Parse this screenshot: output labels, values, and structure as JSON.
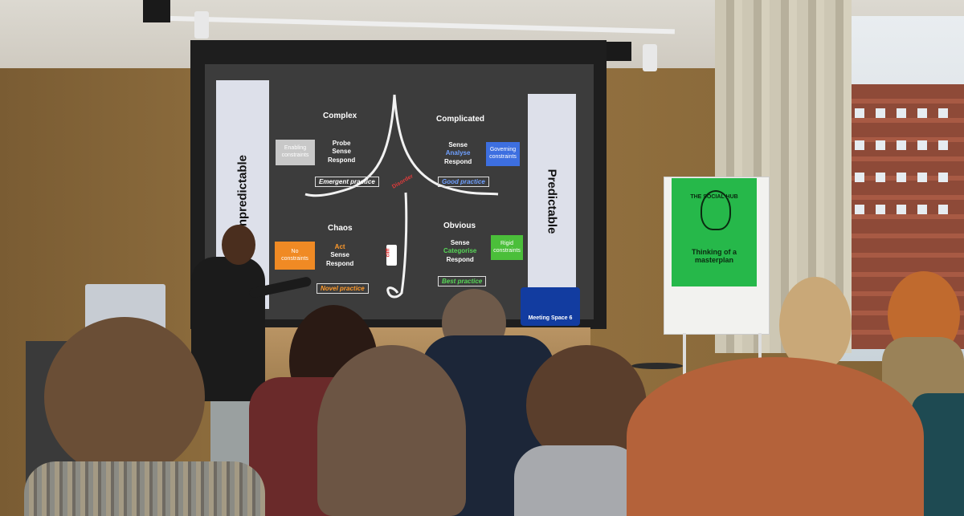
{
  "slide": {
    "left_label": "Unpredictable",
    "right_label": "Predictable",
    "disorder": "Disorder",
    "cliff": "cliff",
    "quadrants": {
      "complex": {
        "title": "Complex",
        "steps": [
          "Probe",
          "Sense",
          "Respond"
        ],
        "constraint": "Enabling constraints",
        "practice": "Emergent practice"
      },
      "complicated": {
        "title": "Complicated",
        "steps": [
          "Sense",
          "Analyse",
          "Respond"
        ],
        "constraint": "Governing constraints",
        "practice": "Good practice"
      },
      "chaos": {
        "title": "Chaos",
        "steps": [
          "Act",
          "Sense",
          "Respond"
        ],
        "constraint": "No constraints",
        "practice": "Novel practice"
      },
      "obvious": {
        "title": "Obvious",
        "steps": [
          "Sense",
          "Categorise",
          "Respond"
        ],
        "constraint": "Rigid constraints",
        "practice": "Best practice"
      }
    },
    "colors": {
      "enabling": "#c8c8c8",
      "governing": "#3d6fe0",
      "none": "#f08a24",
      "rigid": "#4bbf3a"
    }
  },
  "room": {
    "toolbox_label": "Meeting Space 6",
    "poster_brand": "THE SOCIAL HUB",
    "poster_tagline": "Thinking of a masterplan"
  }
}
